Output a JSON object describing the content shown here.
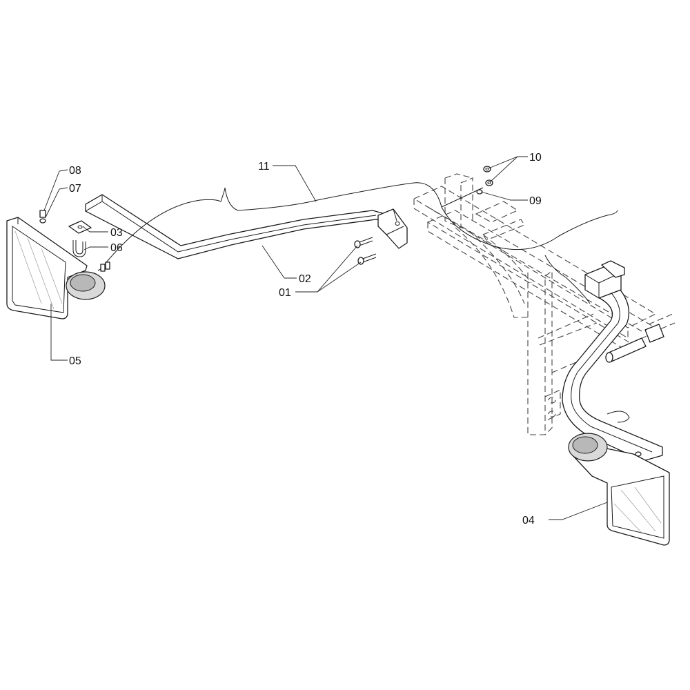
{
  "labels": {
    "p01": "01",
    "p02": "02",
    "p03": "03",
    "p04": "04",
    "p05": "05",
    "p06": "06",
    "p07": "07",
    "p08": "08",
    "p09": "09",
    "p10": "10",
    "p11": "11"
  }
}
